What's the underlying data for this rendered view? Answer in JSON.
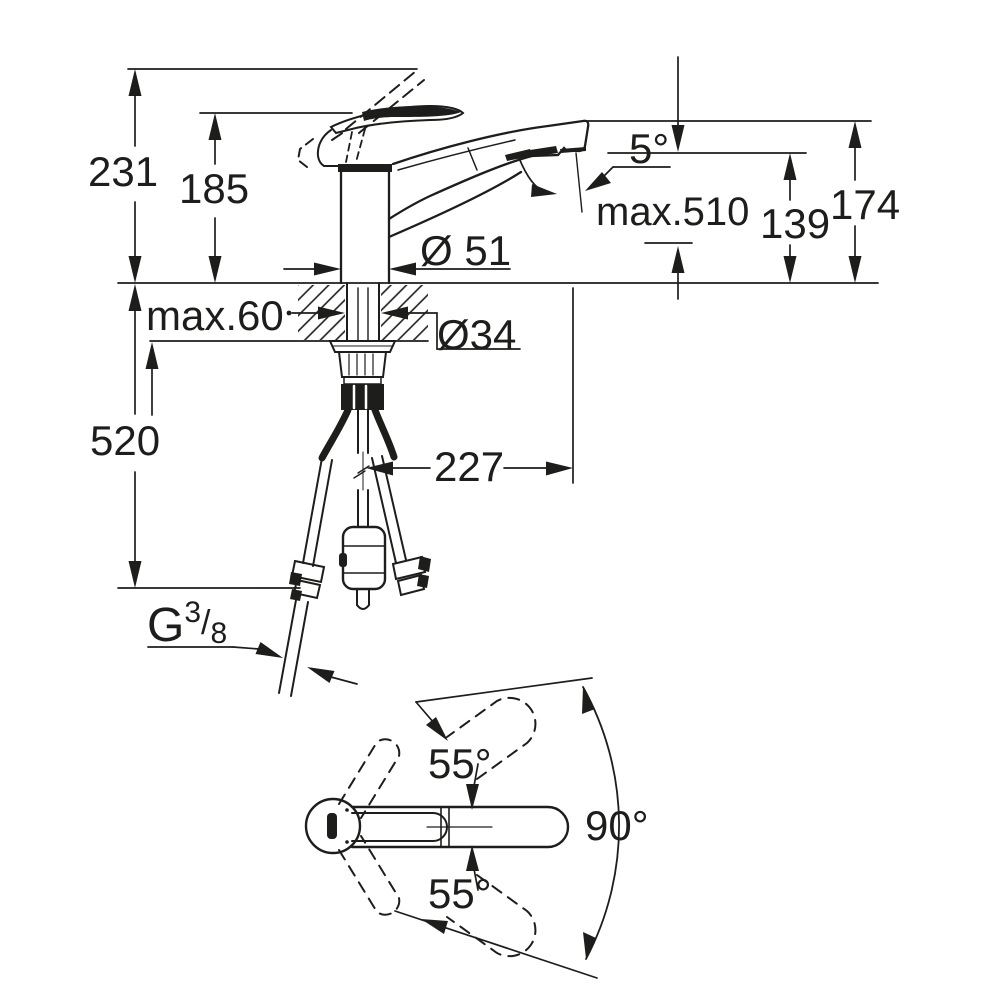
{
  "drawing_type": "faucet-installation-dimension-drawing",
  "front_view": {
    "height_total": "231",
    "height_to_spout": "185",
    "spray_angle": "5°",
    "pullout_length": "max.510",
    "outlet_height": "139",
    "top_height": "174",
    "base_diameter": "Ø 51",
    "deck_thickness": "max.60",
    "hole_diameter": "Ø34",
    "hose_length": "520",
    "spout_reach": "227",
    "thread": {
      "prefix": "G",
      "numerator": "3",
      "slash": "/",
      "denominator": "8"
    }
  },
  "plan_view": {
    "swivel_up": "55°",
    "swivel_total": "90°",
    "swivel_down": "55°"
  },
  "colors": {
    "line": "#1d1d1b",
    "background": "#ffffff"
  }
}
